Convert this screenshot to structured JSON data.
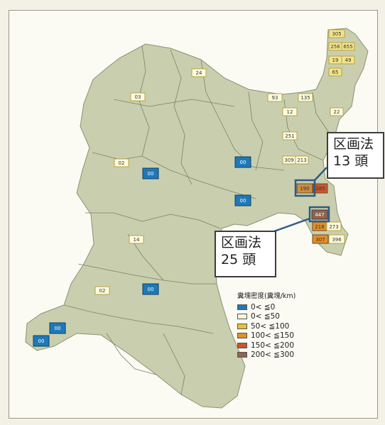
{
  "callouts": {
    "north": {
      "line1": "区画法",
      "line2": "13 頭"
    },
    "south": {
      "line1": "区画法",
      "line2": "25 頭"
    }
  },
  "legend": {
    "title": "糞塊密度(糞塊/km)",
    "items": [
      {
        "label": "0< ≦0",
        "color": "#1e79b8"
      },
      {
        "label": "0< ≦50",
        "color": "#f9f7d8"
      },
      {
        "label": "50< ≦100",
        "color": "#e3c23e"
      },
      {
        "label": "100< ≦150",
        "color": "#e08f2a"
      },
      {
        "label": "150< ≦200",
        "color": "#c9562e"
      },
      {
        "label": "200< ≦300",
        "color": "#8f6550"
      }
    ]
  },
  "map_labels": {
    "m1": "24",
    "m2": "03",
    "m3": "02",
    "m4": "14",
    "m5": "02",
    "m6": "93",
    "m7": "135",
    "m8": "12",
    "m9": "22",
    "m10": "251",
    "m11": "309",
    "m12": "213",
    "m13": "305",
    "m14": "256",
    "m15": "655",
    "m16": "19",
    "m17": "49",
    "m18": "65",
    "m19": "190",
    "m20": "447",
    "m21": "218",
    "m22": "273",
    "m23": "307",
    "m24": "396",
    "m25": "285",
    "z1": "00",
    "z2": "00",
    "z3": "00",
    "z4": "00",
    "z5": "00",
    "z6": "00"
  }
}
